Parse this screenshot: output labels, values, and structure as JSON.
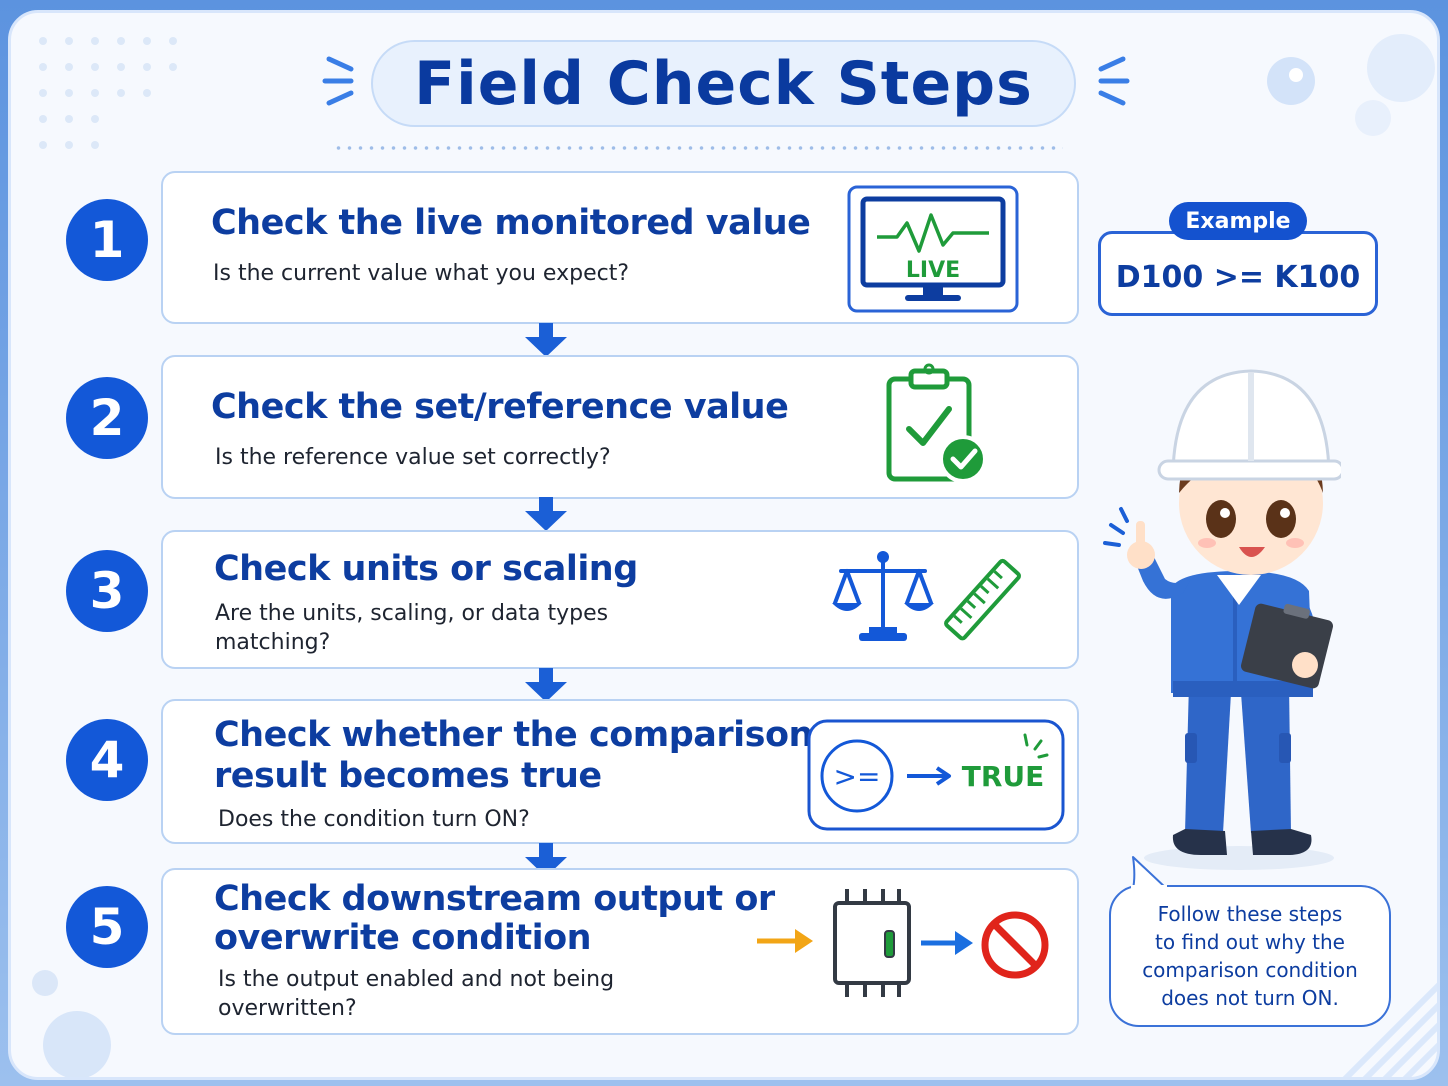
{
  "title": "Field Check Steps",
  "steps": [
    {
      "number": "1",
      "title_lines": [
        "Check the live monitored value"
      ],
      "subtitle_lines": [
        "Is the current value what you expect?"
      ],
      "icon": "live-monitor-icon",
      "icon_text": "LIVE"
    },
    {
      "number": "2",
      "title_lines": [
        "Check the set/reference value"
      ],
      "subtitle_lines": [
        "Is the reference value set correctly?"
      ],
      "icon": "clipboard-check-icon"
    },
    {
      "number": "3",
      "title_lines": [
        "Check units or scaling"
      ],
      "subtitle_lines": [
        "Are the units, scaling, or data types",
        "matching?"
      ],
      "icon": "scale-ruler-icon"
    },
    {
      "number": "4",
      "title_lines": [
        "Check whether the comparison",
        "result becomes true"
      ],
      "subtitle_lines": [
        "Does the condition turn ON?"
      ],
      "icon": "comparison-true-icon",
      "icon_op": ">=",
      "icon_result": "TRUE"
    },
    {
      "number": "5",
      "title_lines": [
        "Check downstream output or",
        "overwrite condition"
      ],
      "subtitle_lines": [
        "Is the output enabled and not being",
        "overwritten?"
      ],
      "icon": "output-blocked-icon"
    }
  ],
  "example": {
    "label": "Example",
    "expression": "D100 >= K100"
  },
  "bubble": {
    "lines": [
      "Follow these steps",
      "to find out why the",
      "comparison condition",
      "does not turn ON."
    ]
  },
  "colors": {
    "primary": "#1358d8",
    "title": "#0d3da0",
    "green": "#1f9b3a",
    "red": "#e0241b",
    "orange": "#f2a516"
  }
}
